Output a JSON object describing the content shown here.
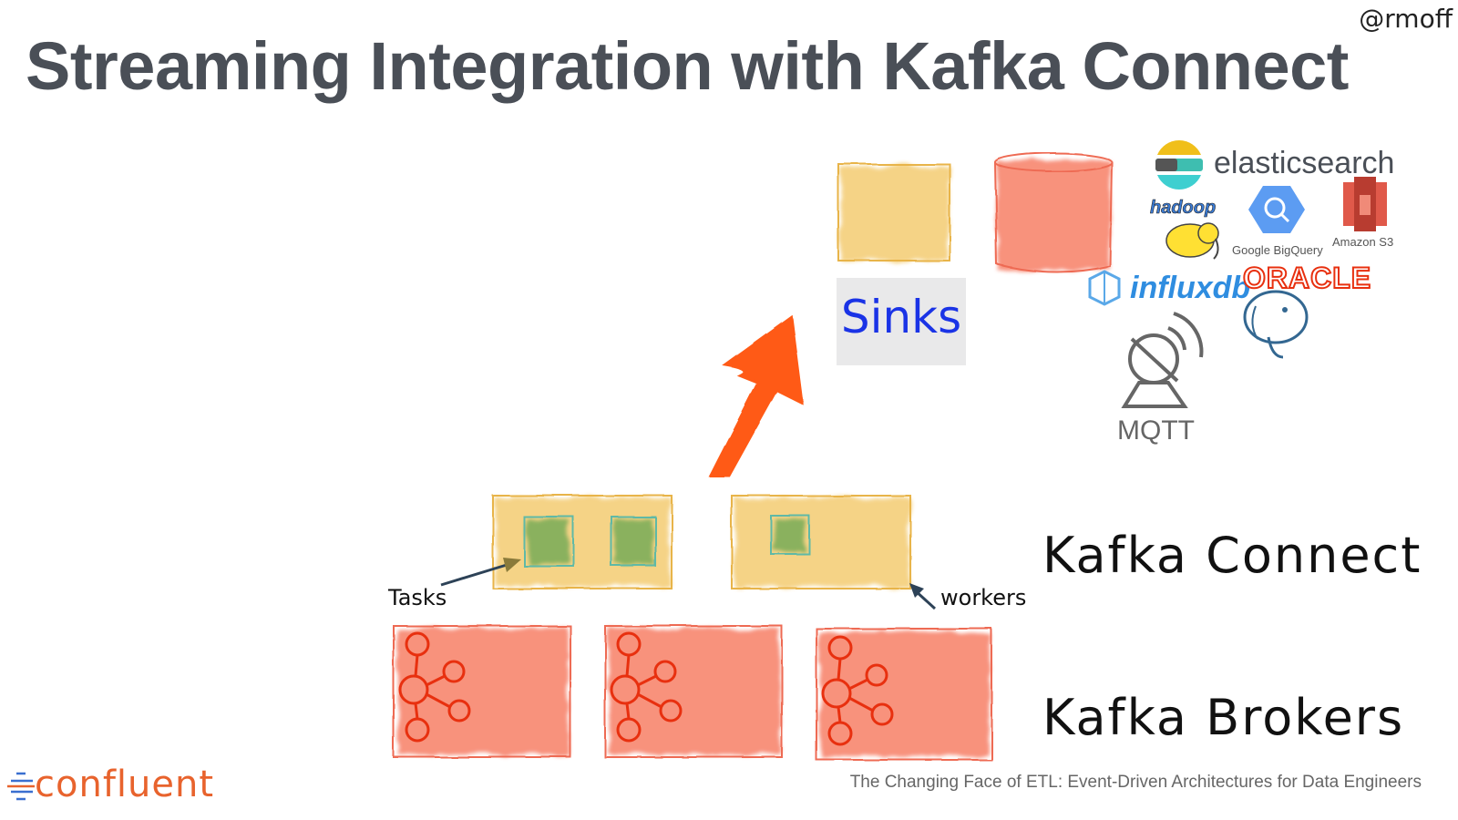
{
  "slide": {
    "title": "Streaming Integration with Kafka Connect",
    "handle": "@rmoff",
    "footer": "The Changing Face of ETL: Event-Driven Architectures for Data Engineers",
    "logo_text": "confluent"
  },
  "diagram": {
    "sinks_label": "Sinks",
    "kafka_connect_label": "Kafka Connect",
    "kafka_brokers_label": "Kafka Brokers",
    "tasks_label": "Tasks",
    "workers_label": "workers",
    "technologies": {
      "elasticsearch": "elasticsearch",
      "hadoop": "hadoop",
      "bigquery": "Google BigQuery",
      "s3": "Amazon S3",
      "influxdb": "influxdb",
      "oracle": "ORACLE",
      "mqtt": "MQTT"
    }
  },
  "colors": {
    "title": "#4a4f57",
    "sinks_text": "#1a33e6",
    "arrow": "#ff5a14",
    "worker_fill": "#f4cf7a",
    "task_fill": "#7fae5a",
    "broker_fill": "#f77f66",
    "confluent": "#e8632d"
  }
}
